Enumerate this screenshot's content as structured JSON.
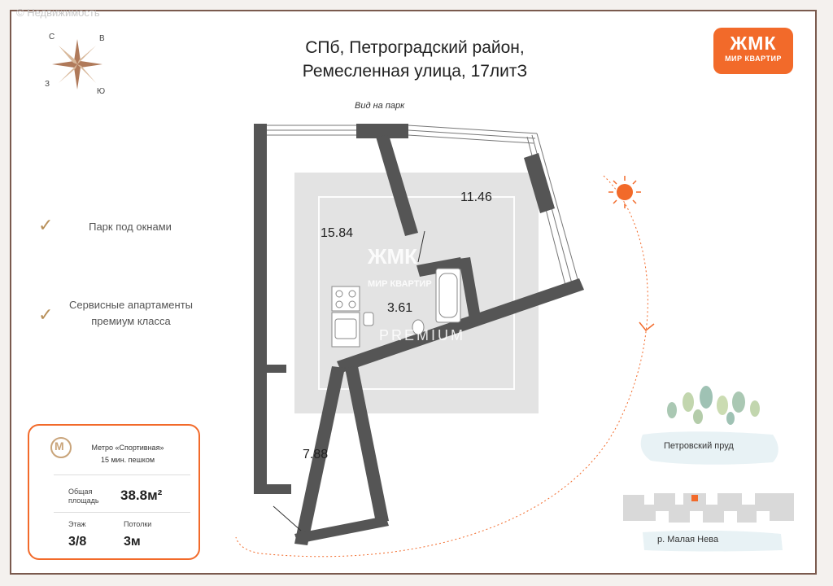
{
  "watermark": "© Недвижимость",
  "title": {
    "line1": "СПб, Петроградский район,",
    "line2": "Ремесленная улица, 17литЗ"
  },
  "logo": {
    "mark": "ЖМК",
    "text": "МИР КВАРТИР",
    "color": "#f26a2a"
  },
  "compass": {
    "n": "С",
    "e": "В",
    "w": "З",
    "s": "Ю"
  },
  "view_label": "Вид на парк",
  "features": [
    {
      "text": "Парк под окнами"
    },
    {
      "line1": "Сервисные апартаменты",
      "line2": "премиум класса"
    }
  ],
  "rooms": {
    "room1": "15.84",
    "room2": "11.46",
    "bath": "3.61",
    "hall": "7.88"
  },
  "plan_watermark": {
    "brand": "МИР КВАРТИР",
    "sub": "PREMIUM"
  },
  "info": {
    "metro_line1": "Метро «Спортивная»",
    "metro_line2": "15 мин. пешком",
    "area_label_1": "Общая",
    "area_label_2": "площадь",
    "area_value": "38.8м²",
    "floor_label": "Этаж",
    "floor_value": "3/8",
    "ceiling_label": "Потолки",
    "ceiling_value": "3м"
  },
  "map": {
    "pond": "Петровский пруд",
    "river": "р. Малая Нева"
  },
  "colors": {
    "accent": "#f26a2a",
    "wall": "#555555",
    "gold": "#b8905a"
  }
}
